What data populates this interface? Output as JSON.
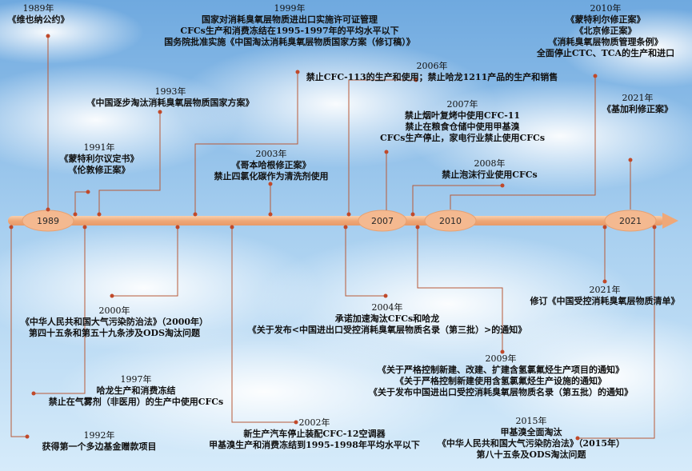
{
  "timeline": {
    "axis_labels": [
      "1989",
      "2007",
      "2010",
      "2021"
    ]
  },
  "events": [
    {
      "id": "e1989",
      "year": "1989年",
      "lines": [
        "《维也纳公约》"
      ]
    },
    {
      "id": "e1991",
      "year": "1991年",
      "lines": [
        "《蒙特利尔议定书》",
        "《伦敦修正案》"
      ]
    },
    {
      "id": "e1993",
      "year": "1993年",
      "lines": [
        "《中国逐步淘汰消耗臭氧层物质国家方案》"
      ]
    },
    {
      "id": "e1999",
      "year": "1999年",
      "lines": [
        "国家对消耗臭氧层物质进出口实施许可证管理",
        "CFCs生产和消费冻结在1995-1997年的平均水平以下",
        "国务院批准实施《中国淘汰消耗臭氧层物质国家方案（修订稿）》"
      ]
    },
    {
      "id": "e2003",
      "year": "2003年",
      "lines": [
        "《哥本哈根修正案》",
        "禁止四氯化碳作为清洗剂使用"
      ]
    },
    {
      "id": "e2006",
      "year": "2006年",
      "lines": [
        "禁止CFC-113的生产和使用；禁止哈龙1211产品的生产和销售"
      ]
    },
    {
      "id": "e2007",
      "year": "2007年",
      "lines": [
        "禁止烟叶复烤中使用CFC-11",
        "禁止在粮食仓储中使用甲基溴",
        "CFCs生产停止，家电行业禁止使用CFCs"
      ]
    },
    {
      "id": "e2008",
      "year": "2008年",
      "lines": [
        "禁止泡沫行业使用CFCs"
      ]
    },
    {
      "id": "e2010",
      "year": "2010年",
      "lines": [
        "《蒙特利尔修正案》",
        "《北京修正案》",
        "《消耗臭氧层物质管理条例》",
        "全面停止CTC、TCA的生产和进口"
      ]
    },
    {
      "id": "e2021",
      "year": "2021年",
      "lines": [
        "《基加利修正案》"
      ]
    },
    {
      "id": "e2000",
      "year": "2000年",
      "lines": [
        "《中华人民共和国大气污染防治法》（2000年）",
        "第四十五条和第五十九条涉及ODS淘汰问题"
      ]
    },
    {
      "id": "e2004",
      "year": "2004年",
      "lines": [
        "承诺加速淘汰CFCs和哈龙",
        "《关于发布<中国进出口受控消耗臭氧层物质名录（第三批）>的通知》"
      ]
    },
    {
      "id": "e2021b",
      "year": "2021年",
      "lines": [
        "修订《中国受控消耗臭氧层物质清单》"
      ]
    },
    {
      "id": "e2009",
      "year": "2009年",
      "lines": [
        "《关于严格控制新建、改建、扩建含氢氯氟烃生产项目的通知》",
        "《关于严格控制新建使用含氢氯氟烃生产设施的通知》",
        "《关于发布中国进出口受控消耗臭氧层物质名录（第五批）的通知》"
      ]
    },
    {
      "id": "e1997",
      "year": "1997年",
      "lines": [
        "哈龙生产和消费冻结",
        "禁止在气雾剂（非医用）的生产中使用CFCs"
      ]
    },
    {
      "id": "e1992",
      "year": "1992年",
      "lines": [
        "获得第一个多边基金赠款项目"
      ]
    },
    {
      "id": "e2002",
      "year": "2002年",
      "lines": [
        "新生产汽车停止装配CFC-12空调器",
        "甲基溴生产和消费冻结到1995-1998年平均水平以下"
      ]
    },
    {
      "id": "e2015",
      "year": "2015年",
      "lines": [
        "甲基溴全面淘汰",
        "《中华人民共和国大气污染防治法》（2015年）",
        "第八十五条及ODS淘汰问题"
      ]
    }
  ],
  "colors": {
    "sky_top": "#7fb6e6",
    "sky_bottom": "#c9e3f7",
    "bar": "#f0b488",
    "bar_edge": "#e39a66",
    "dot": "#c0492a",
    "line": "#c0492a"
  }
}
